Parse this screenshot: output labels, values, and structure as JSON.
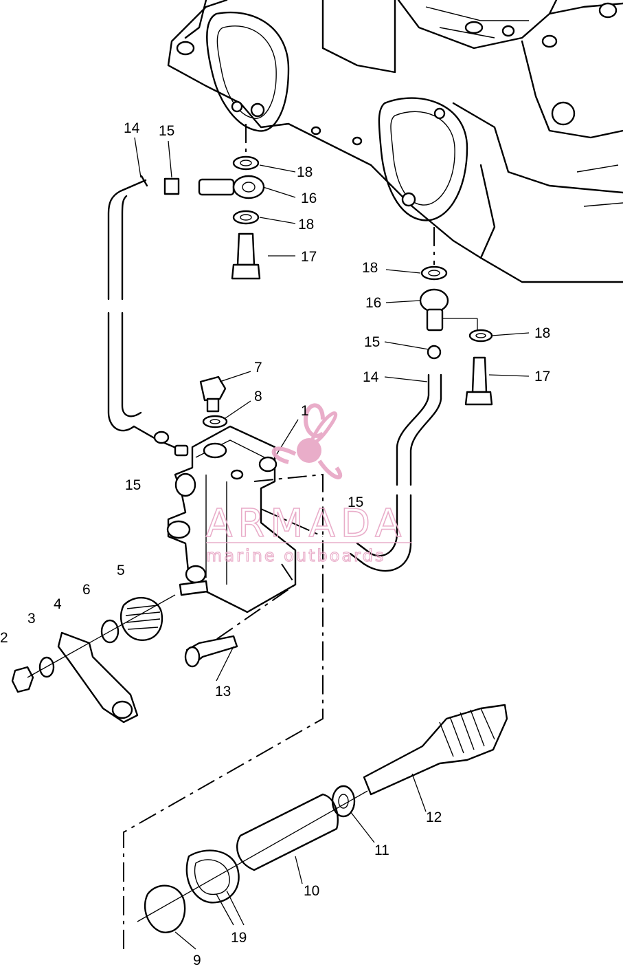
{
  "watermark": {
    "brand": "ARMADA",
    "tagline": "marine outboards",
    "color": "#e8a9c7"
  },
  "callouts": [
    {
      "id": "14a",
      "text": "14"
    },
    {
      "id": "15a",
      "text": "15"
    },
    {
      "id": "18a",
      "text": "18"
    },
    {
      "id": "16a",
      "text": "16"
    },
    {
      "id": "18b",
      "text": "18"
    },
    {
      "id": "17a",
      "text": "17"
    },
    {
      "id": "18c",
      "text": "18"
    },
    {
      "id": "16b",
      "text": "16"
    },
    {
      "id": "18d",
      "text": "18"
    },
    {
      "id": "15b",
      "text": "15"
    },
    {
      "id": "17b",
      "text": "17"
    },
    {
      "id": "14b",
      "text": "14"
    },
    {
      "id": "7",
      "text": "7"
    },
    {
      "id": "8",
      "text": "8"
    },
    {
      "id": "1",
      "text": "1"
    },
    {
      "id": "15c",
      "text": "15"
    },
    {
      "id": "15d",
      "text": "15"
    },
    {
      "id": "5",
      "text": "5"
    },
    {
      "id": "6",
      "text": "6"
    },
    {
      "id": "4",
      "text": "4"
    },
    {
      "id": "3",
      "text": "3"
    },
    {
      "id": "2",
      "text": "2"
    },
    {
      "id": "13",
      "text": "13"
    },
    {
      "id": "12",
      "text": "12"
    },
    {
      "id": "11",
      "text": "11"
    },
    {
      "id": "10",
      "text": "10"
    },
    {
      "id": "19",
      "text": "19"
    },
    {
      "id": "9",
      "text": "9"
    }
  ]
}
